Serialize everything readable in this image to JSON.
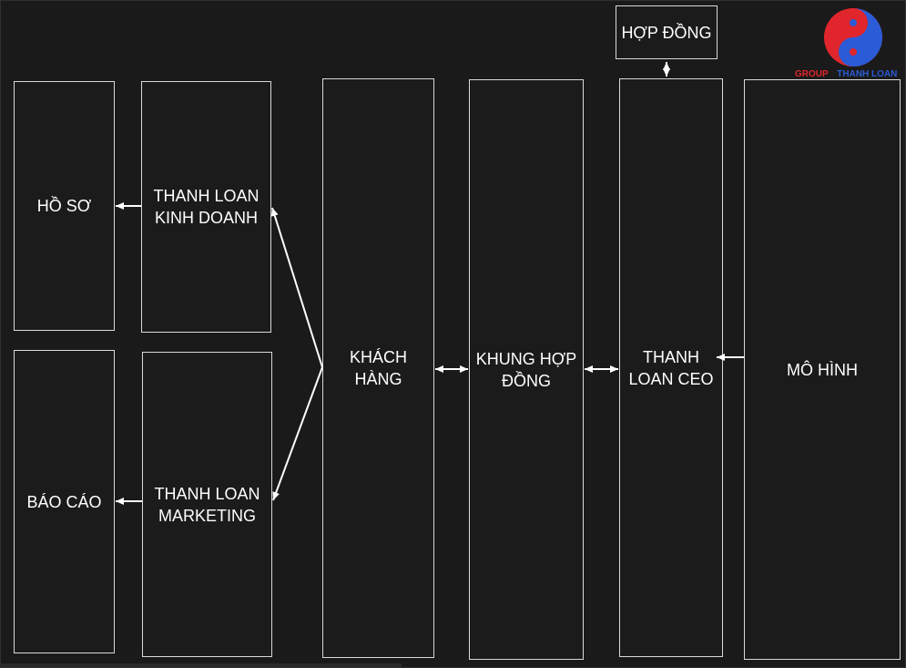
{
  "nodes": {
    "ho_so": "HỒ SƠ",
    "bao_cao": "BÁO CÁO",
    "kinh_doanh": "THANH LOAN KINH DOANH",
    "marketing": "THANH LOAN MARKETING",
    "khach_hang": "KHÁCH HÀNG",
    "khung_hop_dong": "KHUNG HỢP ĐỒNG",
    "ceo": "THANH LOAN CEO",
    "mo_hinh": "MÔ HÌNH",
    "hop_dong": "HỢP ĐỒNG"
  },
  "logo": {
    "group": "GROUP",
    "name": "THANH LOAN"
  },
  "colors": {
    "background": "#1a1a1a",
    "stroke": "#ffffff",
    "logo_red": "#e0262c",
    "logo_blue": "#2b5bd6"
  }
}
